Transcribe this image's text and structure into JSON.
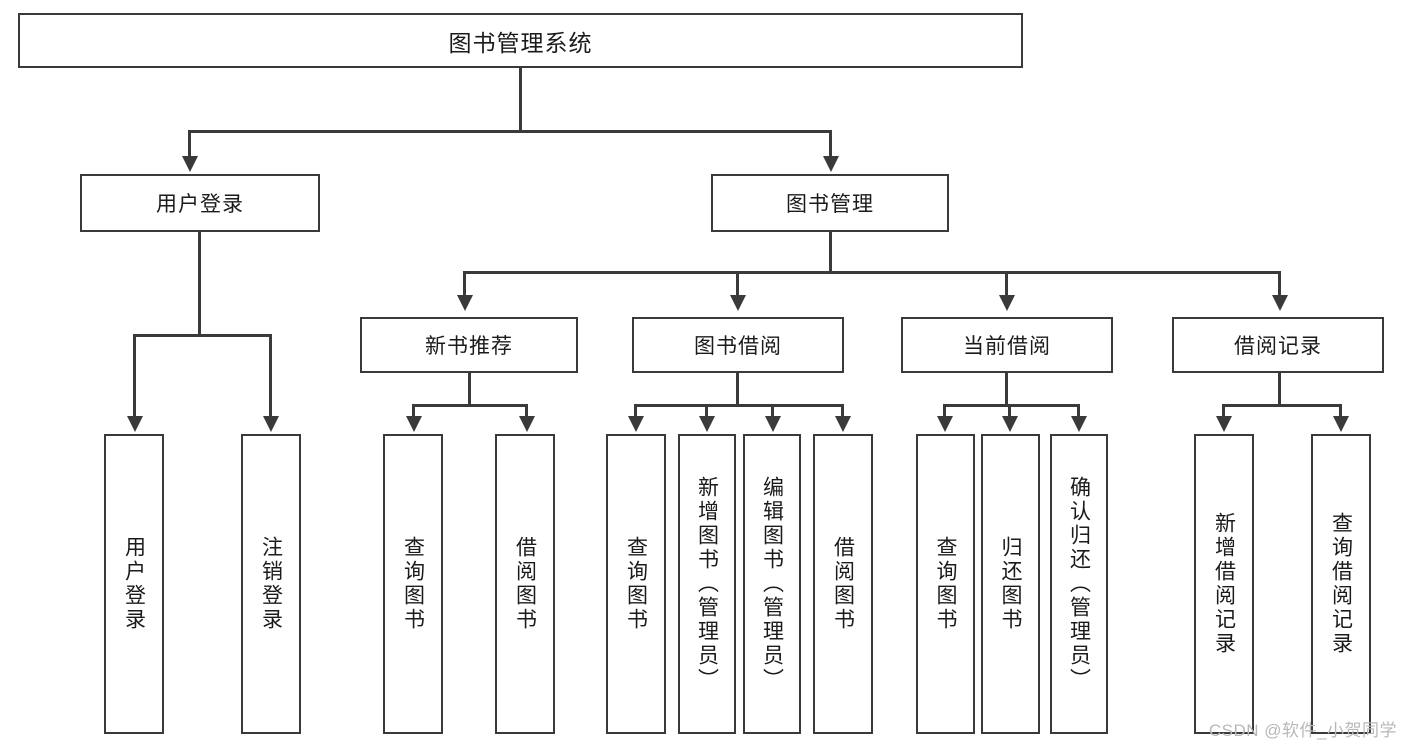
{
  "diagram": {
    "title": "图书管理系统",
    "type": "tree-hierarchy",
    "colors": {
      "stroke": "#3a3a3a",
      "fill": "#ffffff",
      "text": "#1b1b1b",
      "watermark": "#b8b8b8"
    },
    "root": {
      "label": "图书管理系统"
    },
    "level2": [
      {
        "label": "用户登录"
      },
      {
        "label": "图书管理"
      }
    ],
    "level3": [
      {
        "label": "新书推荐"
      },
      {
        "label": "图书借阅"
      },
      {
        "label": "当前借阅"
      },
      {
        "label": "借阅记录"
      }
    ],
    "leaves": {
      "user_login": [
        {
          "label": "用户登录"
        },
        {
          "label": "注销登录"
        }
      ],
      "new_book_recommend": [
        {
          "label": "查询图书"
        },
        {
          "label": "借阅图书"
        }
      ],
      "book_borrow": [
        {
          "label": "查询图书"
        },
        {
          "label": "新增图书（管理员）"
        },
        {
          "label": "编辑图书（管理员）"
        },
        {
          "label": "借阅图书"
        }
      ],
      "current_borrow": [
        {
          "label": "查询图书"
        },
        {
          "label": "归还图书"
        },
        {
          "label": "确认归还（管理员）"
        }
      ],
      "borrow_record": [
        {
          "label": "新增借阅记录"
        },
        {
          "label": "查询借阅记录"
        }
      ]
    }
  },
  "watermark": {
    "text": "CSDN @软件_小贺同学"
  }
}
